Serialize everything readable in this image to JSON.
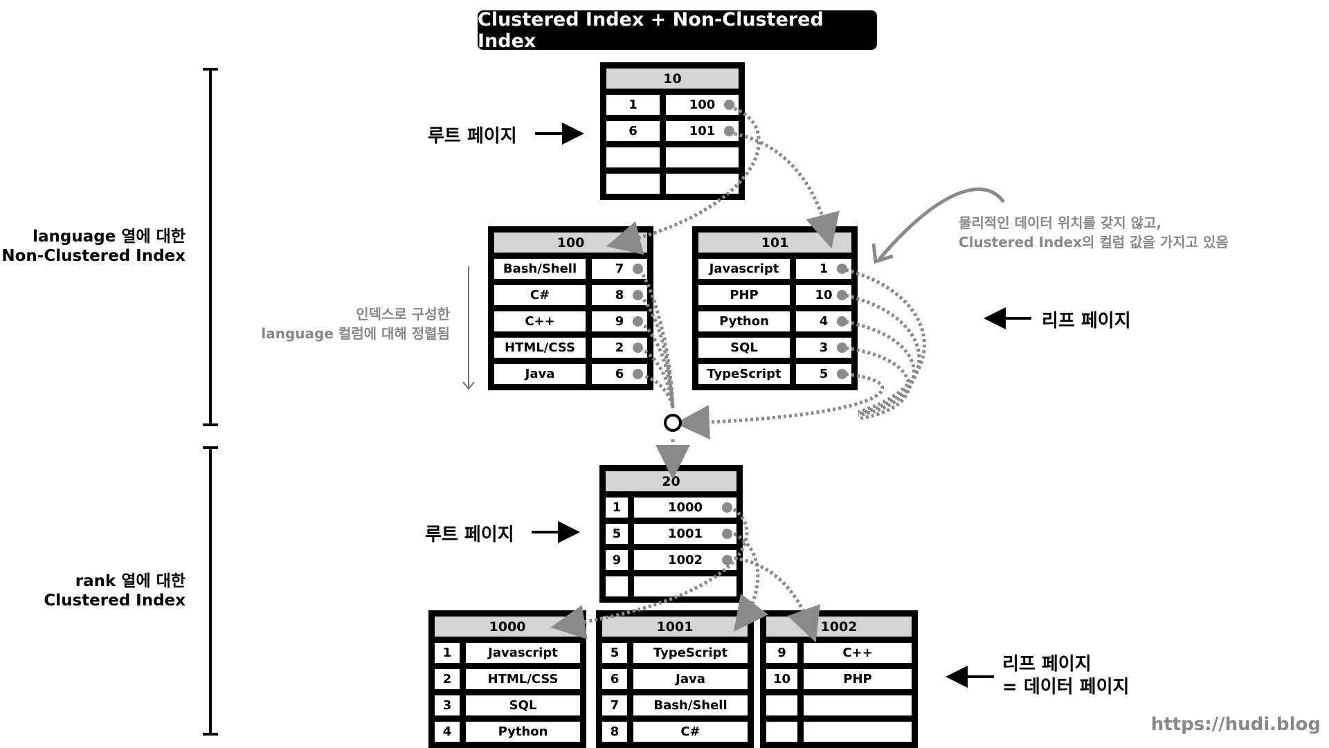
{
  "title": "Clustered Index + Non-Clustered Index",
  "sections": {
    "non_clustered": {
      "line1": "language 열에 대한",
      "line2": "Non-Clustered Index"
    },
    "clustered": {
      "line1": "rank 열에 대한",
      "line2": "Clustered Index"
    }
  },
  "labels": {
    "root_page_top": "루트 페이지",
    "root_page_bottom": "루트 페이지",
    "leaf_page": "리프 페이지",
    "leaf_data_line1": "리프 페이지",
    "leaf_data_line2": "= 데이터 페이지"
  },
  "notes": {
    "sorted_line1": "인덱스로 구성한",
    "sorted_line2": "language 컬럼에 대해 정렬됨",
    "physical_line1": "물리적인 데이터 위치를 갖지 않고,",
    "physical_line2": "Clustered Index의 컬럼 값을 가지고 있음"
  },
  "nc_root": {
    "page_id": "10",
    "rows": [
      {
        "key": "1",
        "ptr": "100"
      },
      {
        "key": "6",
        "ptr": "101"
      },
      {
        "key": "",
        "ptr": ""
      },
      {
        "key": "",
        "ptr": ""
      }
    ]
  },
  "nc_leaf_100": {
    "page_id": "100",
    "rows": [
      {
        "lang": "Bash/Shell",
        "rank": "7"
      },
      {
        "lang": "C#",
        "rank": "8"
      },
      {
        "lang": "C++",
        "rank": "9"
      },
      {
        "lang": "HTML/CSS",
        "rank": "2"
      },
      {
        "lang": "Java",
        "rank": "6"
      }
    ]
  },
  "nc_leaf_101": {
    "page_id": "101",
    "rows": [
      {
        "lang": "Javascript",
        "rank": "1"
      },
      {
        "lang": "PHP",
        "rank": "10"
      },
      {
        "lang": "Python",
        "rank": "4"
      },
      {
        "lang": "SQL",
        "rank": "3"
      },
      {
        "lang": "TypeScript",
        "rank": "5"
      }
    ]
  },
  "c_root": {
    "page_id": "20",
    "rows": [
      {
        "key": "1",
        "ptr": "1000"
      },
      {
        "key": "5",
        "ptr": "1001"
      },
      {
        "key": "9",
        "ptr": "1002"
      },
      {
        "key": "",
        "ptr": ""
      }
    ]
  },
  "c_leaf_1000": {
    "page_id": "1000",
    "rows": [
      {
        "rank": "1",
        "lang": "Javascript"
      },
      {
        "rank": "2",
        "lang": "HTML/CSS"
      },
      {
        "rank": "3",
        "lang": "SQL"
      },
      {
        "rank": "4",
        "lang": "Python"
      }
    ]
  },
  "c_leaf_1001": {
    "page_id": "1001",
    "rows": [
      {
        "rank": "5",
        "lang": "TypeScript"
      },
      {
        "rank": "6",
        "lang": "Java"
      },
      {
        "rank": "7",
        "lang": "Bash/Shell"
      },
      {
        "rank": "8",
        "lang": "C#"
      }
    ]
  },
  "c_leaf_1002": {
    "page_id": "1002",
    "rows": [
      {
        "rank": "9",
        "lang": "C++"
      },
      {
        "rank": "10",
        "lang": "PHP"
      },
      {
        "rank": "",
        "lang": ""
      },
      {
        "rank": "",
        "lang": ""
      }
    ]
  },
  "watermark": "https://hudi.blog",
  "colors": {
    "pointer": "#8a8a8a",
    "header": "#d4d4d4",
    "note": "#888888"
  }
}
